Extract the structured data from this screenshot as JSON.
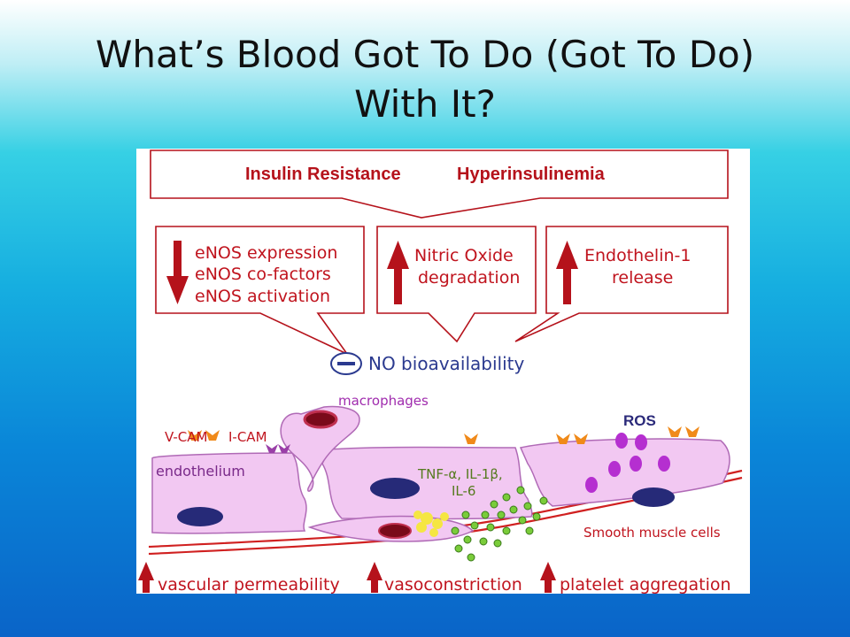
{
  "title": {
    "line1": "What’s Blood Got To Do (Got To Do)",
    "line2": "With It?"
  },
  "diagram": {
    "top_box": {
      "left": "Insulin Resistance",
      "right": "Hyperinsulinemia"
    },
    "effect_boxes": [
      {
        "arrow": "down",
        "lines": [
          "eNOS expression",
          "eNOS co-factors",
          "eNOS activation"
        ]
      },
      {
        "arrow": "up",
        "lines": [
          "Nitric Oxide",
          "degradation"
        ]
      },
      {
        "arrow": "up",
        "lines": [
          "Endothelin-1",
          "release"
        ]
      }
    ],
    "no_bioavailability": "NO bioavailability",
    "labels": {
      "macrophages": "macrophages",
      "vcam": "V-CAM",
      "icam": "I-CAM",
      "ros": "ROS",
      "endothelium": "endothelium",
      "cytokines_line1": "TNF-α, IL-1β,",
      "cytokines_line2": "IL-6",
      "smooth_muscle": "Smooth muscle cells"
    },
    "outcomes": [
      "vascular permeability",
      "vasoconstriction",
      "platelet aggregation"
    ]
  },
  "colors": {
    "red": "#b5121b",
    "text_red": "#c0141e",
    "blue_text": "#2b3a8f",
    "purple_text": "#a02cae",
    "green_text": "#557a1e",
    "cell_fill": "#f2c8f2",
    "cell_stroke": "#b06ab6",
    "nucleus": "#262a78",
    "ros_fill": "#b52fd0"
  }
}
